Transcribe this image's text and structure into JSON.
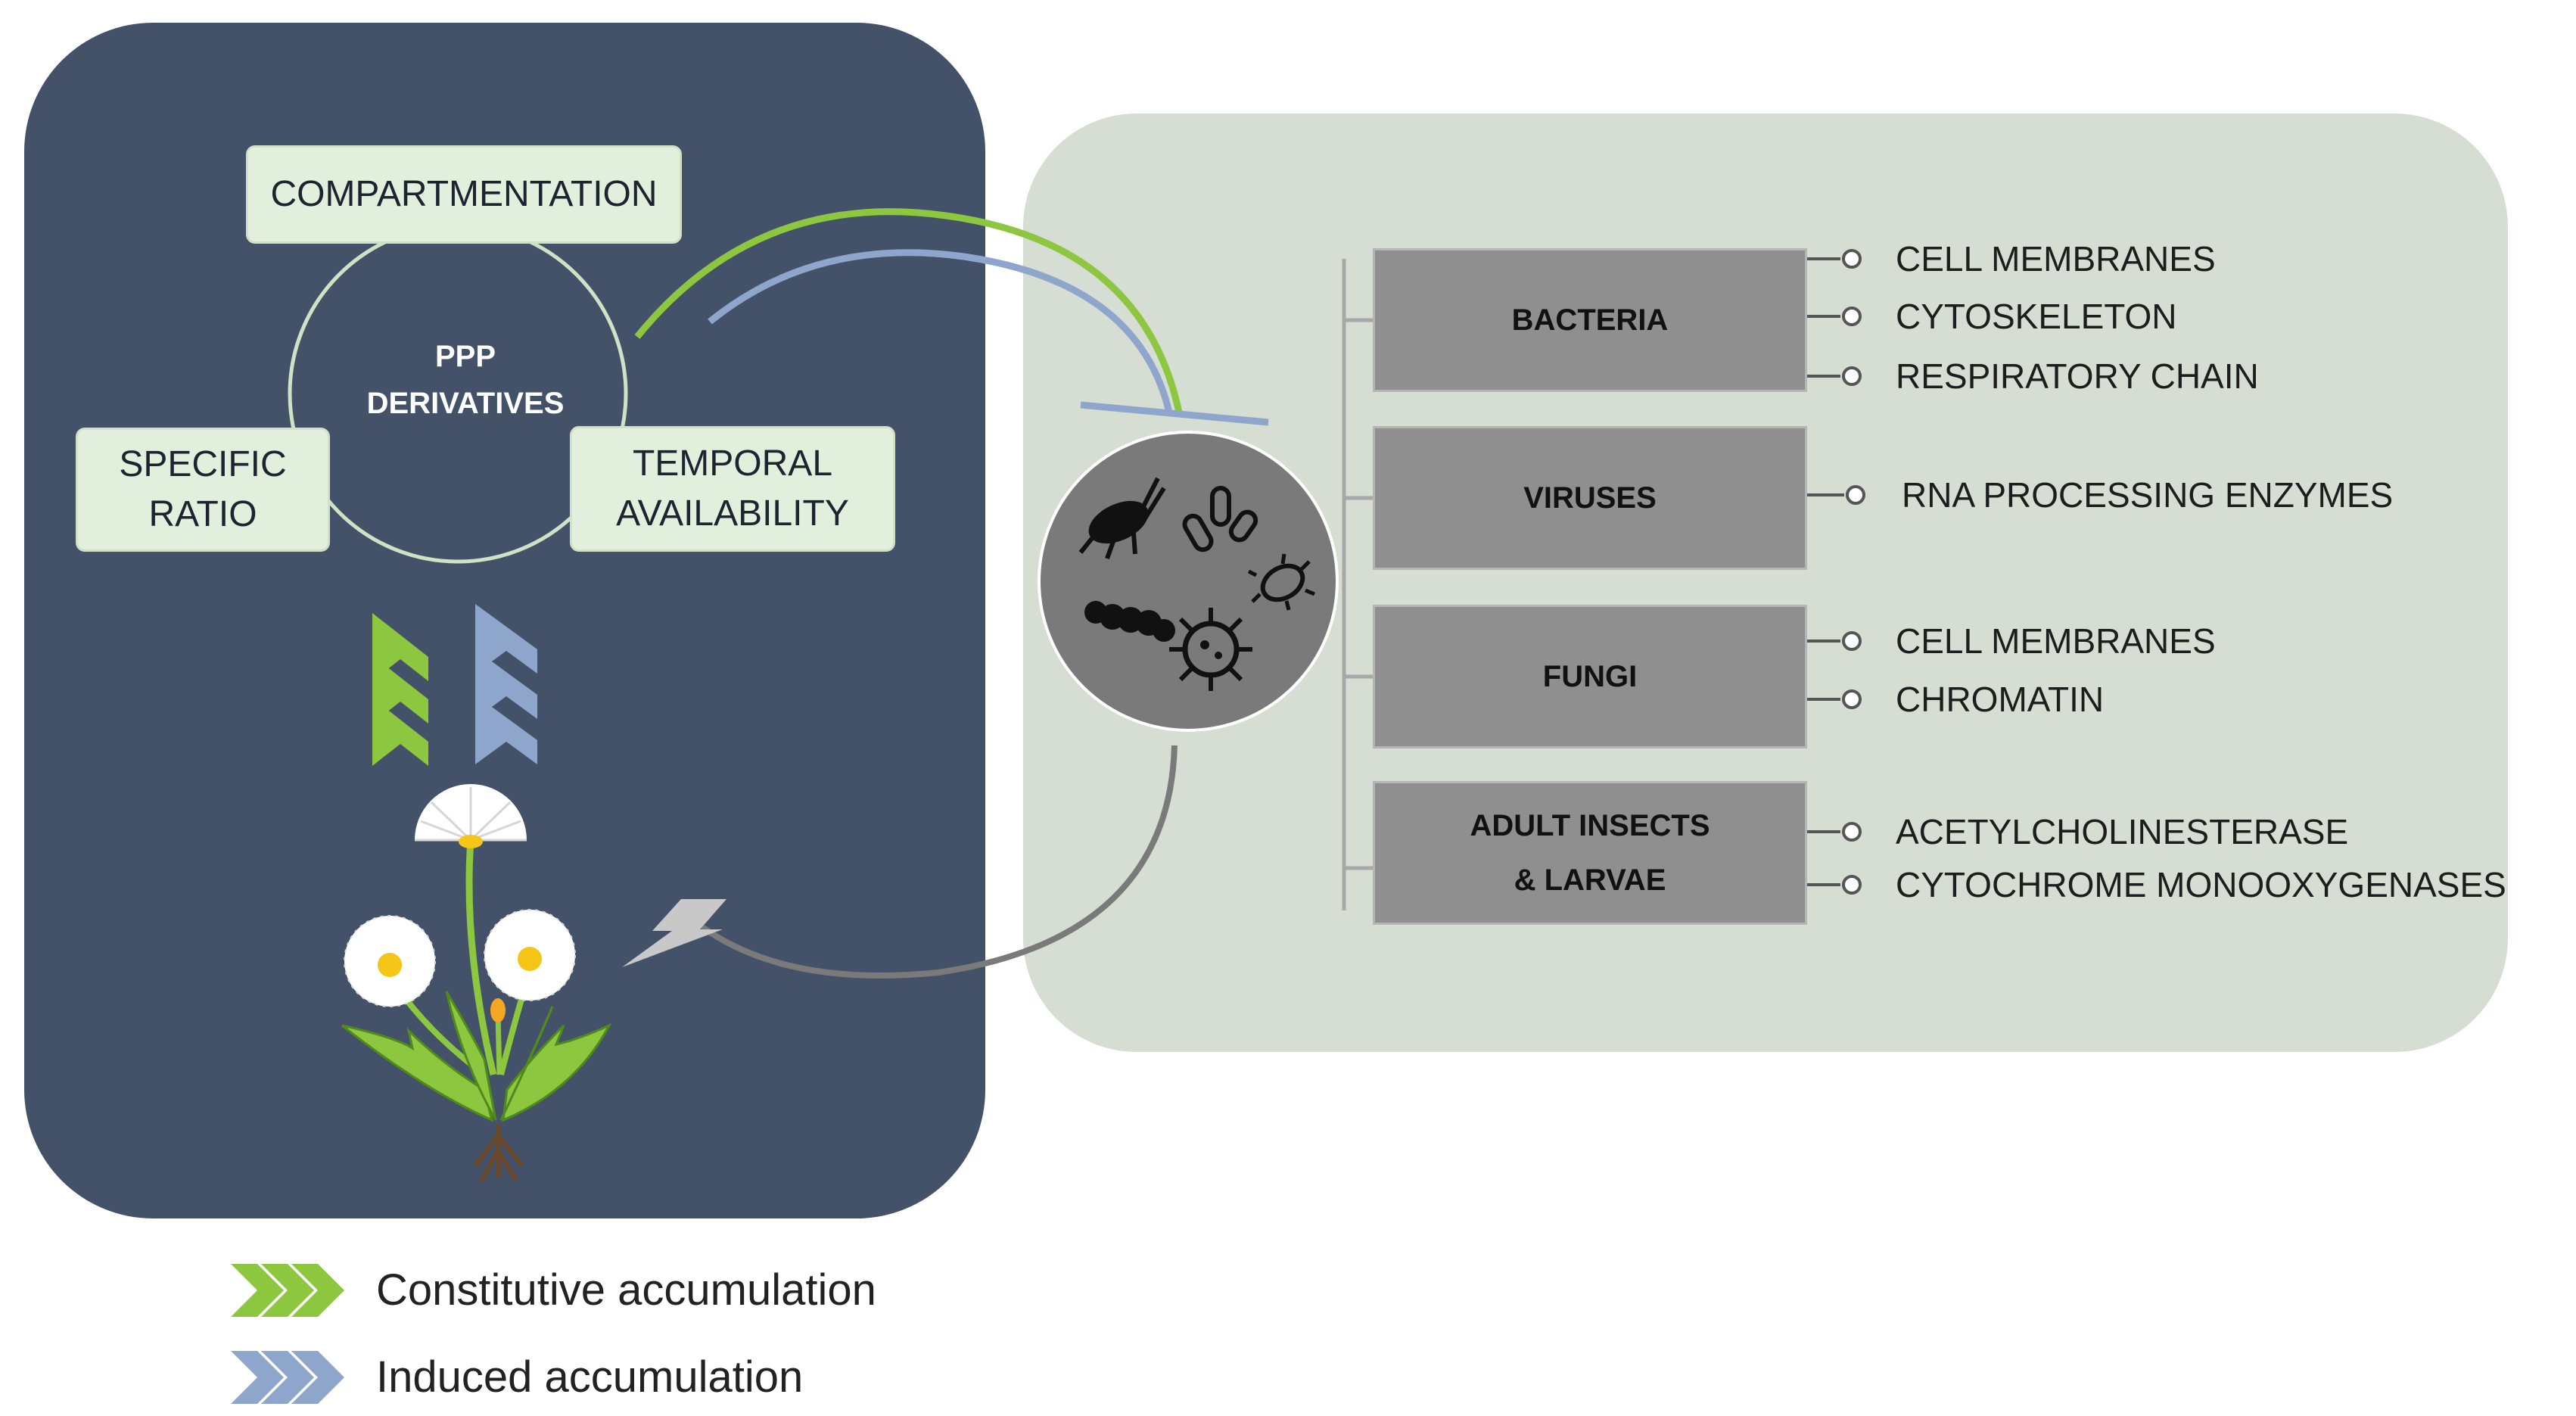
{
  "center": {
    "title": "PPP\nDERIVATIVES"
  },
  "factors": [
    {
      "label": "COMPARTMENTATION"
    },
    {
      "label": "SPECIFIC\nRATIO"
    },
    {
      "label": "TEMPORAL\nAVAILABILITY"
    }
  ],
  "categories": [
    {
      "name": "BACTERIA",
      "targets": [
        "CELL MEMBRANES",
        "CYTOSKELETON",
        "RESPIRATORY CHAIN"
      ]
    },
    {
      "name": "VIRUSES",
      "targets": [
        "RNA PROCESSING ENZYMES"
      ]
    },
    {
      "name": "FUNGI",
      "targets": [
        "CELL MEMBRANES",
        "CHROMATIN"
      ]
    },
    {
      "name": "ADULT INSECTS\n& LARVAE",
      "targets": [
        "ACETYLCHOLINESTERASE",
        "CYTOCHROME MONOOXYGENASES"
      ]
    }
  ],
  "legend": [
    {
      "label": "Constitutive accumulation",
      "color": "#8dc63f"
    },
    {
      "label": "Induced accumulation",
      "color": "#8fa6cc"
    }
  ],
  "colors": {
    "left_panel": "#435269",
    "right_panel": "#d6ddd3",
    "constitutive": "#8dc63f",
    "induced": "#8fa6cc",
    "category_box": "#8f8f8f",
    "pathogen_circle": "#7a7a7a"
  },
  "icons": {
    "plant": "dandelion-plant-icon",
    "stress": "lightning-bolt-icon",
    "pathogens": [
      "beetle-icon",
      "bacteria-cluster-icon",
      "caterpillar-icon",
      "virus-icon",
      "spiky-bacterium-icon"
    ]
  }
}
